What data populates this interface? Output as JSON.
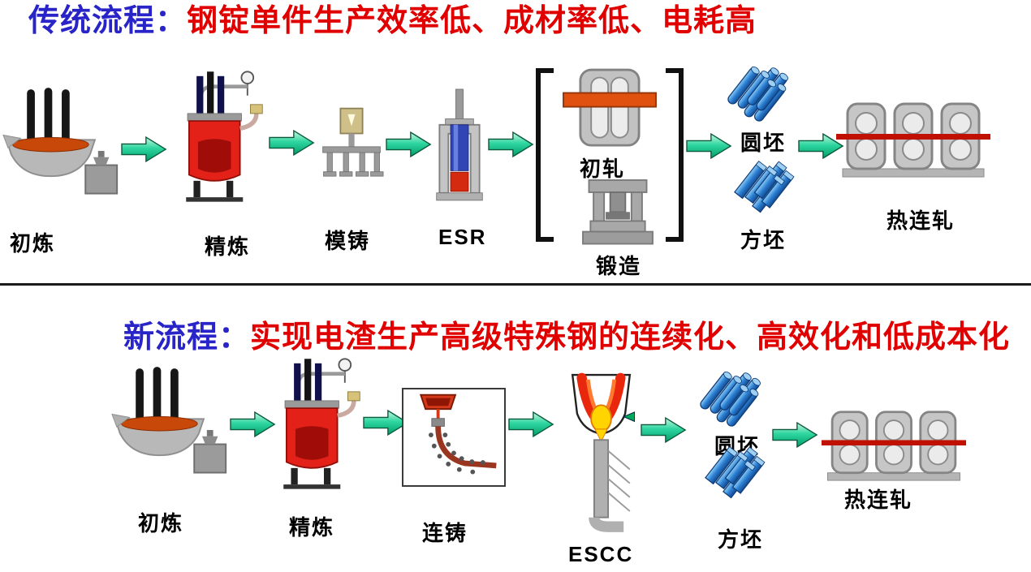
{
  "traditional": {
    "title_prefix": "传统流程：",
    "title_main": "钢锭单件生产效率低、成材率低、电耗高",
    "steps": {
      "smelting": "初炼",
      "refining": "精炼",
      "mold_casting": "模铸",
      "esr": "ESR",
      "blooming": "初轧",
      "forging": "锻造",
      "round_billet": "圆坯",
      "square_billet": "方坯",
      "hot_rolling": "热连轧"
    }
  },
  "new_process": {
    "title_prefix": "新流程：",
    "title_main": "实现电渣生产高级特殊钢的连续化、高效化和低成本化",
    "steps": {
      "smelting": "初炼",
      "refining": "精炼",
      "continuous_casting": "连铸",
      "escc": "ESCC",
      "round_billet": "圆坯",
      "square_billet": "方坯",
      "hot_rolling": "热连轧"
    }
  },
  "colors": {
    "title_blue": "#2824c8",
    "title_red": "#e00000",
    "arrow_green": "#00a878",
    "billet_blue": "#2b7fd4",
    "molten_red": "#e32119",
    "rolled_bar_orange": "#e0500e"
  }
}
